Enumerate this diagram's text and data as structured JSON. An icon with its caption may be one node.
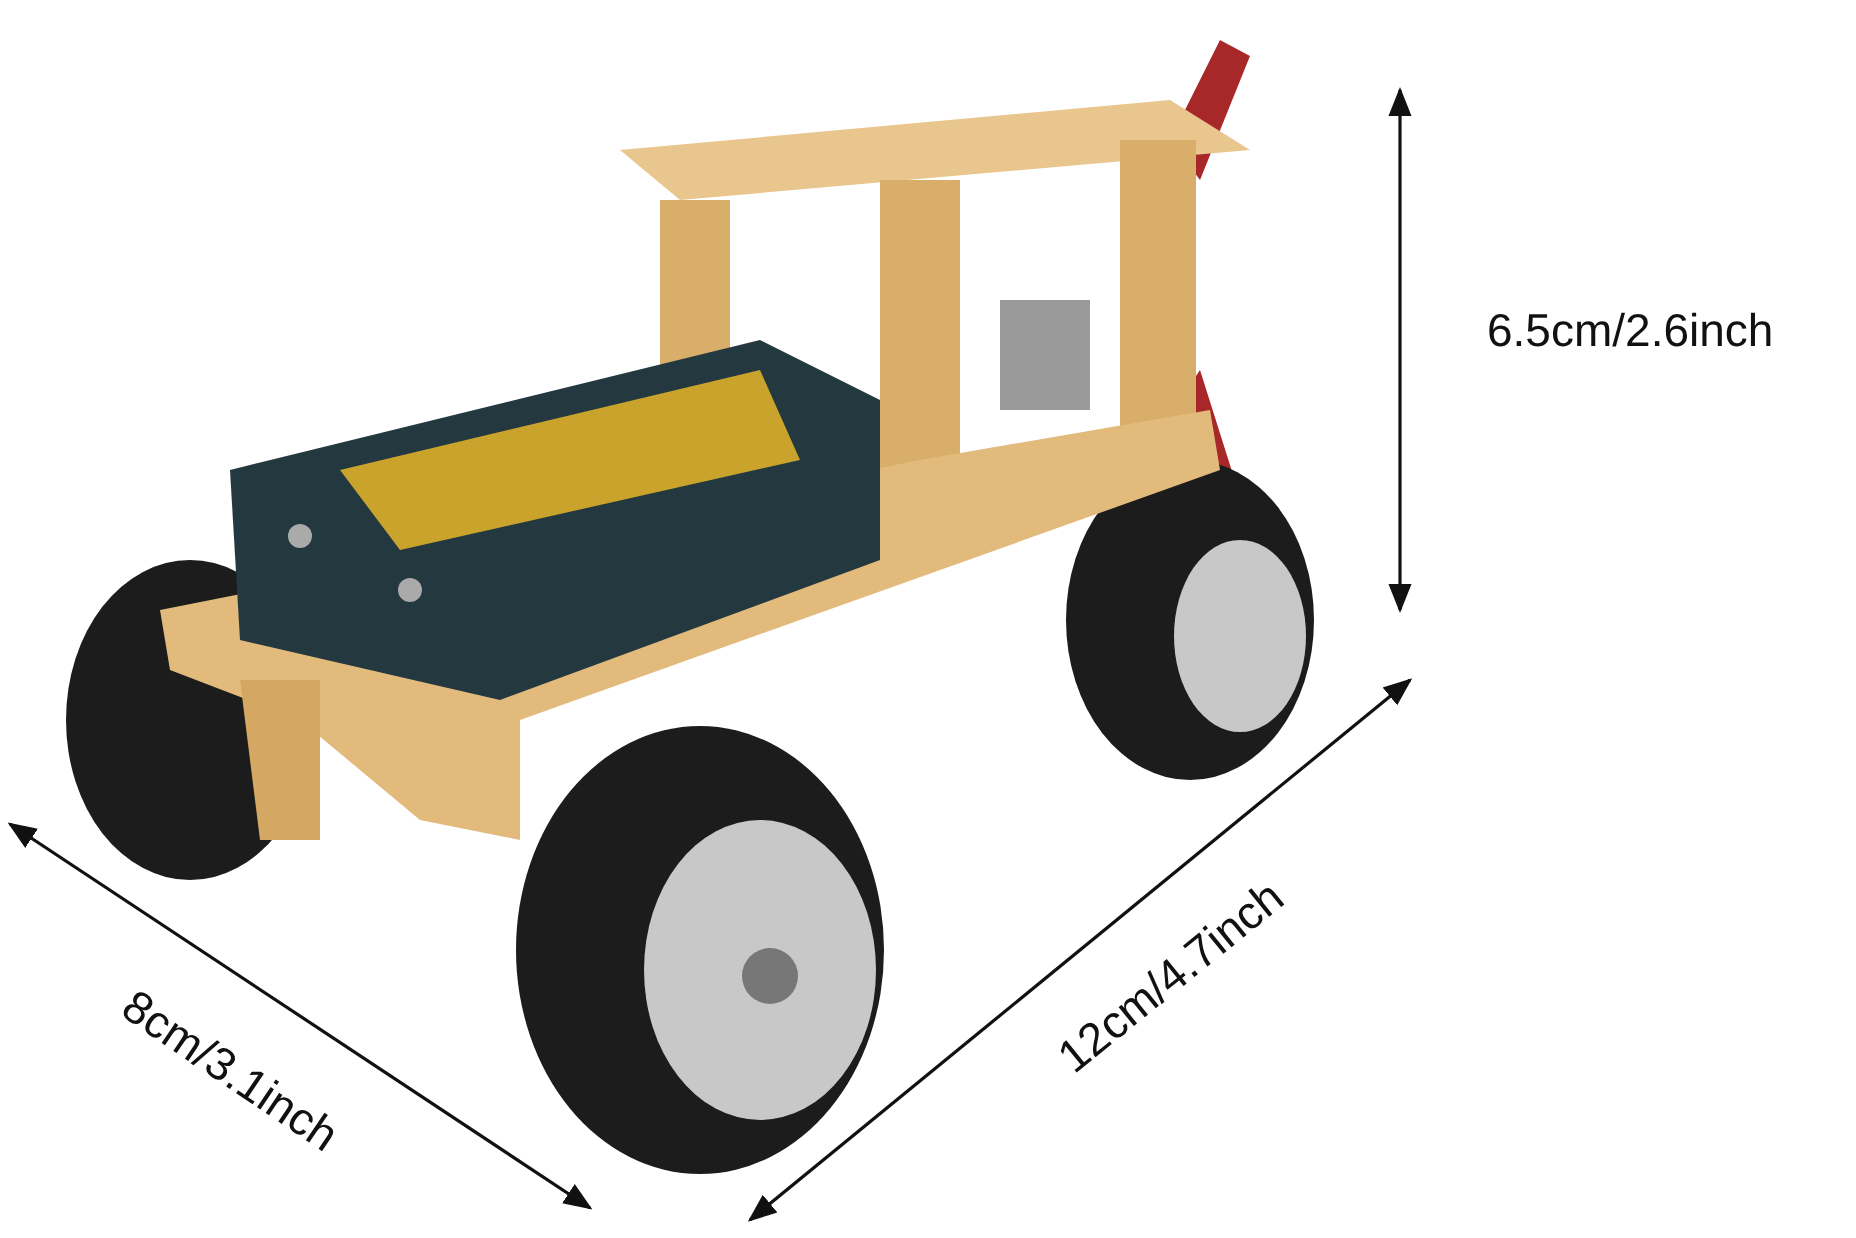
{
  "diagram": {
    "labels": [
      "6.5cm/2.6inch",
      "8cm/3.1inch",
      "12cm/4.7inch"
    ]
  }
}
